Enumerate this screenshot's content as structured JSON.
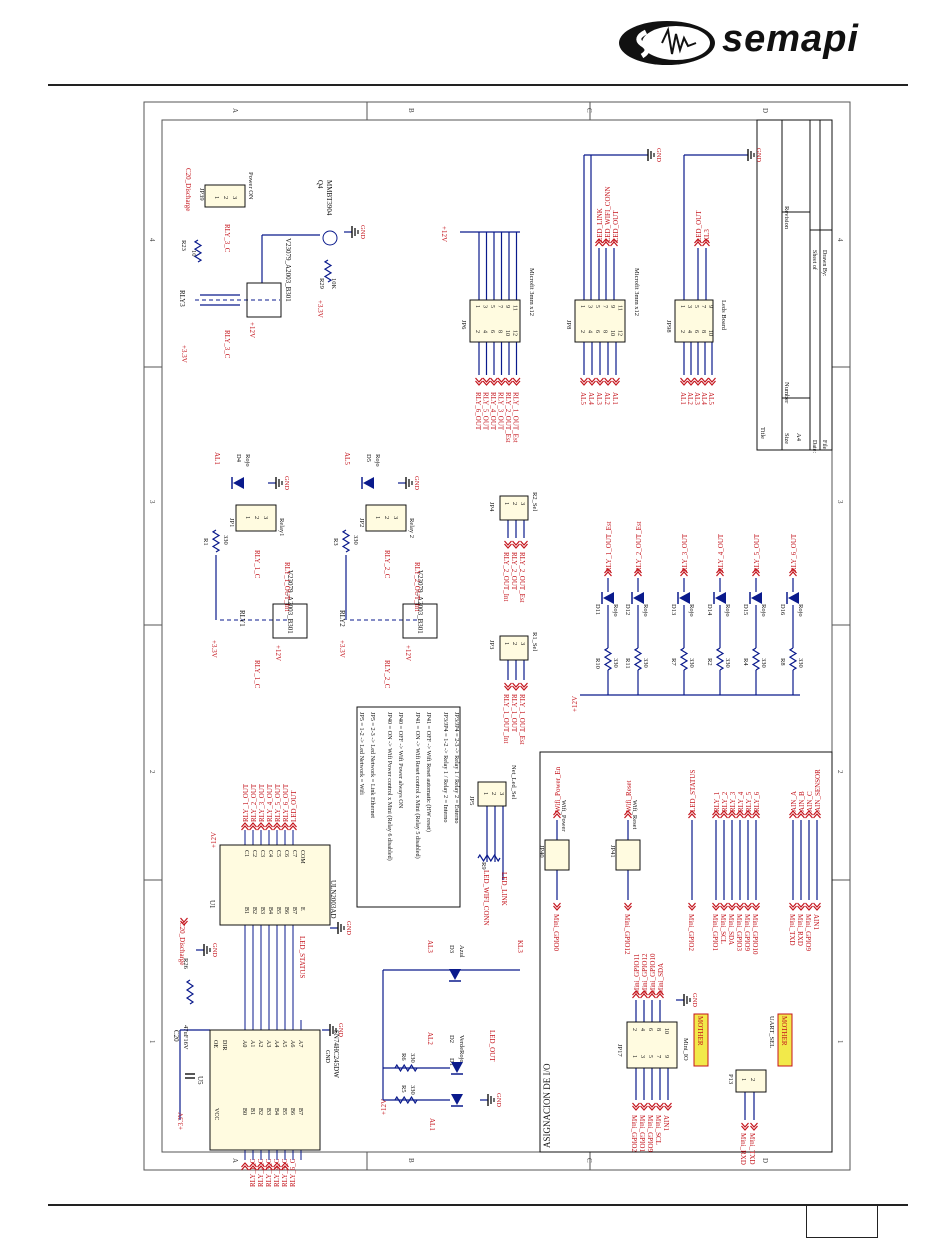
{
  "header": {
    "brand": "semapi"
  },
  "frame": {
    "zones_left": [
      "A",
      "B",
      "C",
      "D"
    ],
    "zones_top": [
      "4",
      "3",
      "2",
      "1"
    ]
  },
  "title_block": {
    "title": "Title",
    "size_label": "Size",
    "size_value": "A4",
    "number_label": "Number",
    "revision_label": "Revision",
    "date_label": "Date:",
    "file_label": "File:",
    "sheet_label": "Sheet   of",
    "drawn_label": "Drawn By:"
  },
  "notes": [
    "JP5 = 1-2 -> Led Network = Wifi",
    "JP5 = 2-3 -> Led Network = Link Ethernet",
    "JP40 = ON -> Wifi Power control x Mini (Relay 6 disabled)",
    "JP40 = OFF -> Wifi Power always ON",
    "JP41 = ON -> Wifi Reset control x Mini (Relay 5 disabled)",
    "JP41 = OFF -> Wifi Reset automatic (HW reset)",
    "JP3/JP4 = 1-2 -> Relay 1 / Relay 2 = Interno",
    "JP3/JP4 = 2-3 -> Relay 1 / Relay 2 = Esterno"
  ],
  "section": {
    "io": "ASIGNACION DE I/O"
  },
  "components": {
    "u5": {
      "ref": "U5",
      "part": "SN74HC245DW",
      "pins_left": [
        "VCC",
        "B0",
        "B1",
        "B2",
        "B3",
        "B4",
        "B5",
        "B6",
        "B7"
      ],
      "pins_right": [
        "OE",
        "DIR",
        "A0",
        "A1",
        "A2",
        "A3",
        "A4",
        "A5",
        "A6",
        "A7",
        "GND"
      ],
      "pin_nums_left": [
        "20",
        "18",
        "17",
        "16",
        "15",
        "14",
        "13",
        "12",
        "11"
      ],
      "pin_nums_right": [
        "19",
        "1",
        "2",
        "3",
        "4",
        "5",
        "6",
        "7",
        "8",
        "9",
        "10"
      ]
    },
    "u1": {
      "ref": "U1",
      "part": "ULN2003AD",
      "pins": [
        "B1",
        "B2",
        "B3",
        "B4",
        "B5",
        "B6",
        "B7",
        "E"
      ],
      "outs": [
        "C1",
        "C2",
        "C3",
        "C4",
        "C5",
        "C6",
        "C7",
        "COM"
      ]
    },
    "c20": {
      "ref": "C20",
      "value": "47uF16V"
    },
    "relays": [
      {
        "ref": "RLY3",
        "part": "V23079_A2003_B301",
        "pin": "Power ON"
      },
      {
        "ref": "RLY1",
        "part": "V23079_A2003_B301",
        "pin": "Relay1"
      },
      {
        "ref": "RLY2",
        "part": "V23079_A2003_B301",
        "pin": "Relay 2"
      }
    ],
    "q": {
      "ref": "Q4",
      "part": "MMBT3904"
    },
    "headers": [
      {
        "ref": "JP6",
        "label": "Microfit 3mm x12"
      },
      {
        "ref": "JP8",
        "label": "Microfit 3mm x12"
      },
      {
        "ref": "JP98",
        "label": "Leds Board"
      },
      {
        "ref": "JP17",
        "label": "Mini_IO"
      },
      {
        "ref": "P13",
        "label": "UART_SEL"
      },
      {
        "ref": "JP39",
        "label": "Power ON"
      },
      {
        "ref": "JP1",
        "label": "Relay1"
      },
      {
        "ref": "JP2",
        "label": "Relay 2"
      },
      {
        "ref": "JP3",
        "label": "R1_Sel"
      },
      {
        "ref": "JP4",
        "label": "R2_Sel"
      },
      {
        "ref": "JP5",
        "label": "Net_Led_Sel"
      },
      {
        "ref": "JP40",
        "label": "Wifi_Power"
      },
      {
        "ref": "JP41",
        "label": "Wifi_Reset"
      }
    ],
    "motherlabels": [
      "MOTHER",
      "MOTHER"
    ]
  },
  "nets": {
    "power": [
      "+3.3V",
      "+12V",
      "GND"
    ],
    "rly_out": [
      "RLY_1_OUT",
      "RLY_2_OUT",
      "RLY_3_OUT",
      "RLY_4_OUT",
      "RLY_5_OUT",
      "RLY_6_OUT",
      "LED_OUT"
    ],
    "rly_in": [
      "RLY_1_C",
      "RLY_2_C",
      "RLY_3_C",
      "RLY_4_C",
      "RLY_5_C",
      "RLY_6_C"
    ],
    "jp6": [
      "RLY_6_OUT",
      "RLY_5_OUT",
      "RLY_4_OUT",
      "RLY_3_OUT",
      "RLY_2_OUT_Est",
      "RLY_1_OUT_Est"
    ],
    "jp8_top": [
      "LED_LINK",
      "LED_WIFI_CONN",
      "LED_OUT"
    ],
    "jp8_bottom": [
      "AL5",
      "AL4",
      "AL3",
      "AL2",
      "AL1"
    ],
    "jp98_top": [
      "LED_OUT",
      "KL3"
    ],
    "jp98_bottom": [
      "AL1",
      "AL2",
      "AL3",
      "AL4",
      "AL5"
    ],
    "led_names": [
      "RLY_1_OUT_Est",
      "RLY_2_OUT_Est",
      "RLY_3_OUT",
      "RLY_4_OUT",
      "RLY_5_OUT",
      "RLY_6_OUT"
    ],
    "mini_io_left": [
      "Mini_GPIO2",
      "Mini_GPIO1",
      "Mini_GPIO9",
      "Mini_SCL",
      "AIN1"
    ],
    "mini_io_right": [
      "Mini_GPIO11",
      "Mini_GPIO12",
      "Mini_GPIO10",
      "Mini_SDA"
    ],
    "io_assign": [
      "RLY_1",
      "RLY_2",
      "RLY_3",
      "RLY_4",
      "RLY_5",
      "RLY_6"
    ],
    "io_gpio": [
      "Mini_GPIO1",
      "Mini_SCL",
      "Mini_SDA",
      "Mini_GPIO3",
      "Mini_GPIO9",
      "Mini_GPIO10"
    ],
    "ain": [
      "AIN_A",
      "AIN_B",
      "AIN_C",
      "AIN_SENSOR"
    ],
    "ain_src": [
      "Mini_TXD",
      "Mini_RXD",
      "Mini_GPIO9",
      "AIN1"
    ],
    "uart": [
      "Mini_RXD",
      "Mini_TXD"
    ],
    "wifi": [
      "Wifi_Power_En",
      "Wifi_Reset",
      "LED_STATUS",
      "Mini_GPIO0",
      "Mini_GPIO12",
      "Mini_GPIO2"
    ],
    "jp3": [
      "RLY_1_OUT_Int",
      "RLY_1_OUT",
      "RLY_1_OUT_Est"
    ],
    "jp4": [
      "RLY_2_OUT_Int",
      "RLY_2_OUT",
      "RLY_2_OUT_Est"
    ],
    "jp5": [
      "LED_WIFI_CONN",
      "LED_LINK"
    ],
    "misc": [
      "C20_Discharge",
      "LED_STATUS",
      "LED_OUT",
      "RLY_1_OUT_Int",
      "RLY_2_OUT_Int",
      "AL1",
      "AL2",
      "AL3",
      "KL3",
      "AL4",
      "AL5"
    ]
  },
  "passives": {
    "r_top": [
      {
        "ref": "R23",
        "val": "10"
      },
      {
        "ref": "R29",
        "val": "10K"
      },
      {
        "ref": "R26",
        "val": "1K"
      }
    ],
    "r_relay": [
      {
        "ref": "R1",
        "val": "330"
      },
      {
        "ref": "R3",
        "val": "330"
      }
    ],
    "r_leds": [
      {
        "ref": "R10",
        "val": "330"
      },
      {
        "ref": "R11",
        "val": "330"
      },
      {
        "ref": "R7",
        "val": "330"
      },
      {
        "ref": "R2",
        "val": "330"
      },
      {
        "ref": "R4",
        "val": "330"
      },
      {
        "ref": "R8",
        "val": "330"
      }
    ],
    "r_bottom": [
      {
        "ref": "R6",
        "val": "330"
      },
      {
        "ref": "R5",
        "val": "330"
      },
      {
        "ref": "R9",
        "val": "330"
      }
    ],
    "leds": [
      {
        "ref": "D4",
        "c": "Rojo"
      },
      {
        "ref": "D5",
        "c": "Rojo"
      },
      {
        "ref": "D11",
        "c": "Rojo"
      },
      {
        "ref": "D12",
        "c": "Rojo"
      },
      {
        "ref": "D13",
        "c": "Rojo"
      },
      {
        "ref": "D14",
        "c": "Rojo"
      },
      {
        "ref": "D15",
        "c": "Rojo"
      },
      {
        "ref": "D16",
        "c": "Rojo"
      },
      {
        "ref": "D1",
        "c": "Rojo"
      },
      {
        "ref": "D2",
        "c": "Verde"
      },
      {
        "ref": "D3",
        "c": "Azul"
      }
    ]
  },
  "colors": {
    "wire": "#0a1a8c",
    "net": "#c4141c",
    "ink": "#111111",
    "mother": "#f2e94a"
  }
}
